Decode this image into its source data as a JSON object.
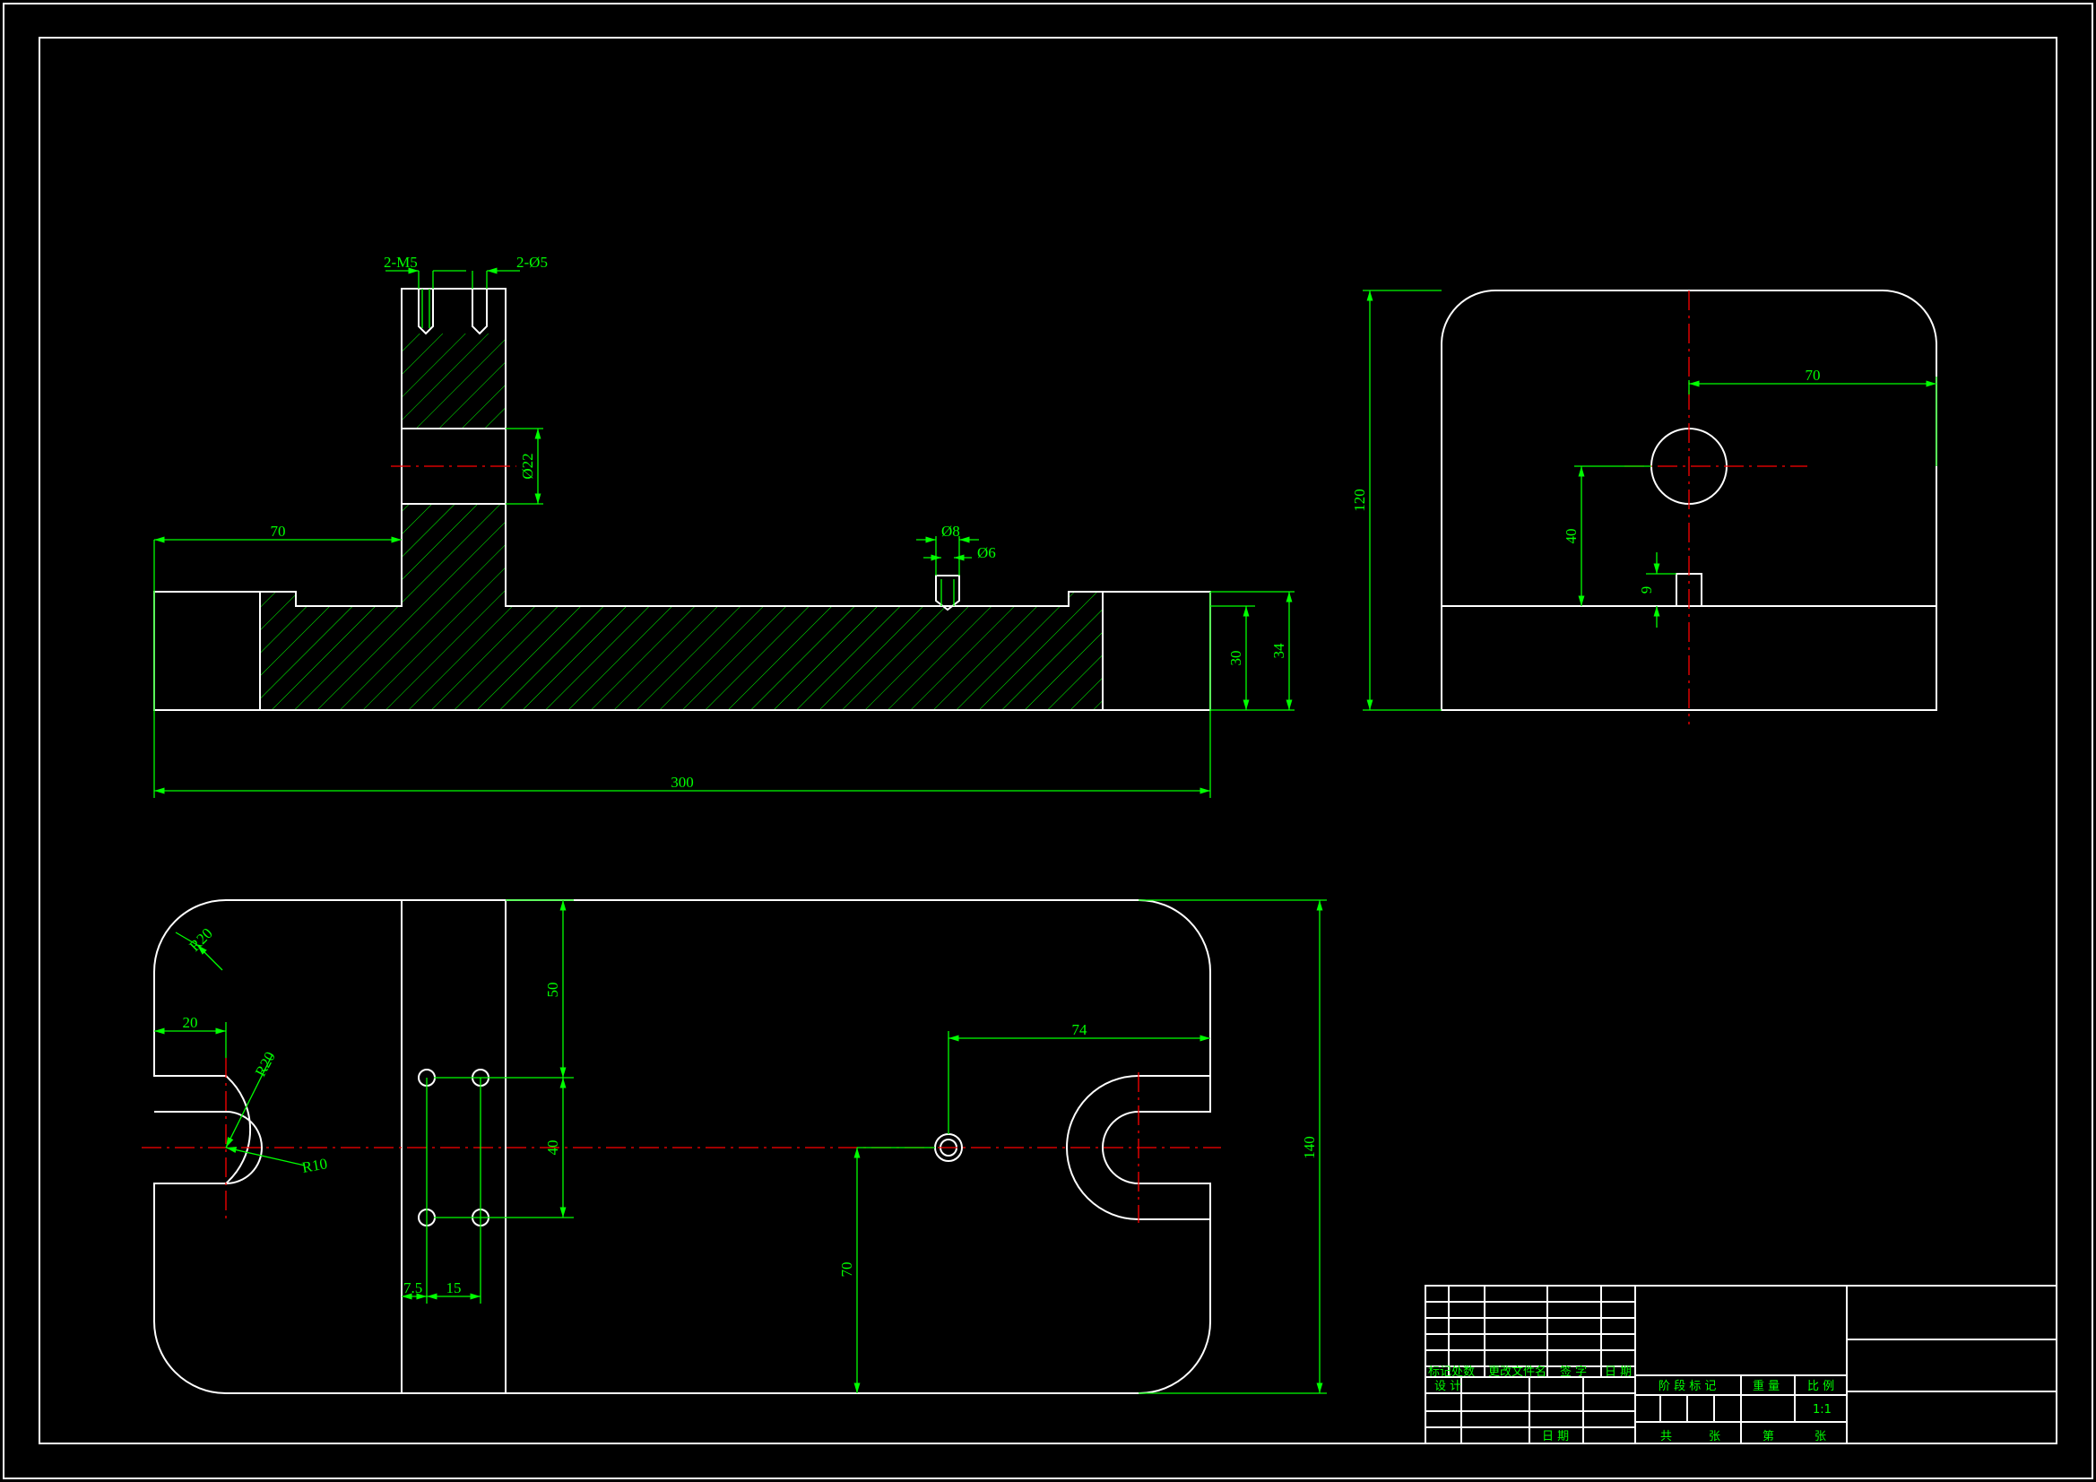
{
  "colors": {
    "background": "#000000",
    "outline": "#ffffff",
    "dimension": "#00ff00",
    "centerline": "#ff0000"
  },
  "front_view": {
    "thread_callout": "2-M5",
    "pin_callout": "2-Ø5",
    "bore_dia": "Ø22",
    "left_offset": "70",
    "small_hole_dia": "Ø8",
    "small_pin_dia": "Ø6",
    "base_height": "30",
    "step_height": "34",
    "overall_length": "300"
  },
  "side_view": {
    "height": "120",
    "hole_offset": "70",
    "hole_height": "40",
    "pin_height": "9"
  },
  "top_view": {
    "corner_radius": "R20",
    "slot_offset": "20",
    "slot_radius": "R20",
    "slot_inner_radius": "R10",
    "hole_top": "50",
    "hole_spacing_v": "40",
    "hole_x1": "7.5",
    "hole_x2": "15",
    "hole_lower": "70",
    "hole_right_offset": "74",
    "overall_width": "140"
  },
  "title_block": {
    "labels": [
      "标记",
      "处数",
      "更改文件名",
      "签 字",
      "日 期"
    ],
    "designer": "设 计",
    "date": "日 期",
    "stage_mark": "阶 段 标 记",
    "weight": "重 量",
    "scale": "比 例",
    "scale_value": "1:1",
    "total": "共",
    "sheets": "张",
    "sheet_no": "第",
    "sheet_suffix": "张"
  }
}
